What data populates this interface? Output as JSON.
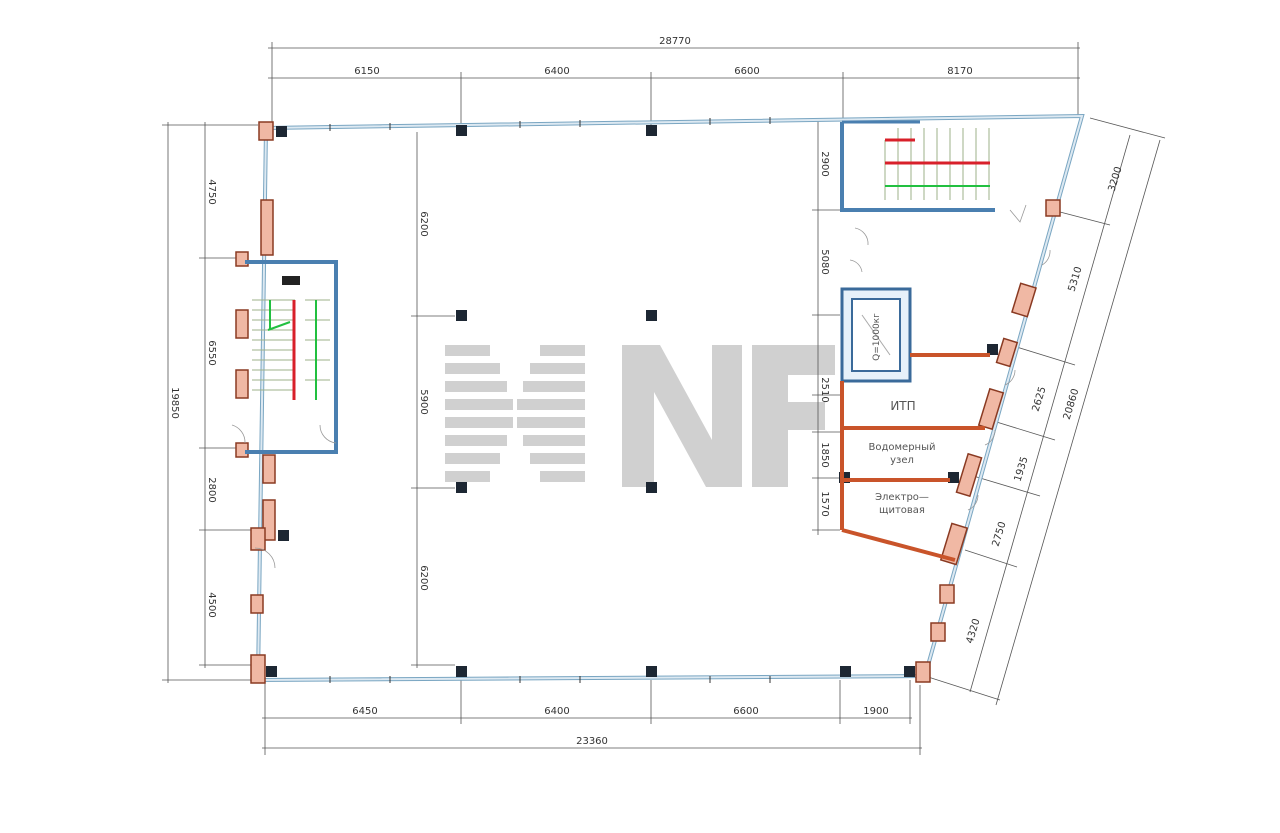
{
  "plan": {
    "dimensions": {
      "top_total": "28770",
      "top_segments": [
        "6150",
        "6400",
        "6600",
        "8170"
      ],
      "bottom_segments": [
        "6450",
        "6400",
        "6600",
        "1900"
      ],
      "bottom_total": "23360",
      "left_total": "19850",
      "left_segments": [
        "4750",
        "6550",
        "2800",
        "4500"
      ],
      "inner_left_segments": [
        "6200",
        "5900",
        "6200"
      ],
      "inner_right_segments": [
        "2900",
        "5080",
        "2510",
        "1850",
        "1570"
      ],
      "diagonal_segments": [
        "3200",
        "5310",
        "2625",
        "1935",
        "2750",
        "4320"
      ],
      "diagonal_total": "20860"
    },
    "rooms": {
      "itp": "ИТП",
      "water_meter_1": "Водомерный",
      "water_meter_2": "узел",
      "electrical_1": "Электро—",
      "electrical_2": "щитовая",
      "elevator_capacity": "Q=1000кг"
    },
    "watermark": "NF",
    "colors": {
      "wall": "#7aa6c2",
      "partition": "#c9542a",
      "pier": "#f0b8a4",
      "column": "#1d2733",
      "stair_up": "#22c040",
      "stair_red": "#d8202a",
      "watermark": "#c8c8c8"
    }
  }
}
